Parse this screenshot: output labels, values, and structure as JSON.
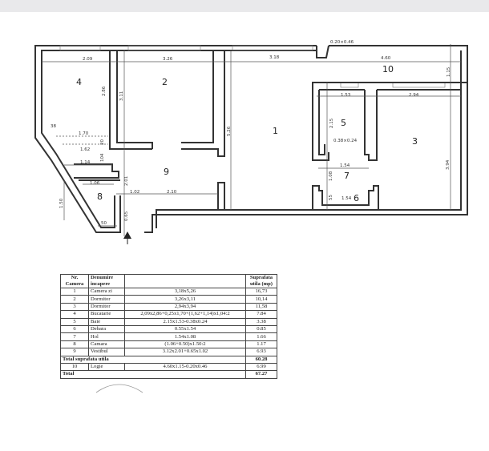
{
  "plan": {
    "rooms": [
      "1",
      "2",
      "3",
      "4",
      "5",
      "6",
      "7",
      "8",
      "9",
      "10"
    ],
    "dims": {
      "d209": "2.09",
      "d326": "3.26",
      "d318": "3.18",
      "d460": "4.60",
      "d020": "0.20×0.46",
      "d286": "2.86",
      "d311": "3.11",
      "d526": "5.26",
      "d115": "1.15",
      "d153": "1.53",
      "d294": "2.94",
      "d215": "2.15",
      "d038": "0.38×0.24",
      "d154a": "1.54",
      "d108": "1.08",
      "d154b": "1.54",
      "d55": "55",
      "d394": "3.94",
      "d38": "38",
      "d170": "1.70",
      "d20": "20",
      "d162": "1.62",
      "d104": "104",
      "d114": "1.14",
      "d106": "1.06",
      "d201": "2.01",
      "d102": "1.02",
      "d210": "2.10",
      "d150": "1.50",
      "d50": "50",
      "d065": "0.65"
    }
  },
  "table": {
    "headers": {
      "nr": "Nr. Camera",
      "name": "Denumire incapere",
      "area": "Suprafata utila (mp)"
    },
    "rows": [
      {
        "nr": "1",
        "name": "Camera zi",
        "formula": "3,18x5,26",
        "area": "16,73"
      },
      {
        "nr": "2",
        "name": "Dormitor",
        "formula": "3,26x3,11",
        "area": "10,14"
      },
      {
        "nr": "3",
        "name": "Dormitor",
        "formula": "2,94x3,94",
        "area": "11,58"
      },
      {
        "nr": "4",
        "name": "Bucatarie",
        "formula": "2,09x2,86+0,25x1,70+(1,62+1,14)x1,04:2",
        "area": "7.84"
      },
      {
        "nr": "5",
        "name": "Baie",
        "formula": "2.15x1.53-0.38x0.24",
        "area": "3.38"
      },
      {
        "nr": "6",
        "name": "Debara",
        "formula": "0.55x1.54",
        "area": "0.85"
      },
      {
        "nr": "7",
        "name": "Hol",
        "formula": "1.54x1.08",
        "area": "1.66"
      },
      {
        "nr": "8",
        "name": "Camara",
        "formula": "(1.06+0.50)x1.50:2",
        "area": "1.17"
      },
      {
        "nr": "9",
        "name": "Vestibul",
        "formula": "3.12x2.01+0.65x1.02",
        "area": "6.93"
      }
    ],
    "subtotal": {
      "label": "Total suprafata utila",
      "area": "60.28"
    },
    "extra": {
      "nr": "10",
      "name": "Logie",
      "formula": "4.60x1.15-0.20x0.46",
      "area": "6.99"
    },
    "total": {
      "label": "Total",
      "area": "67.27"
    }
  }
}
